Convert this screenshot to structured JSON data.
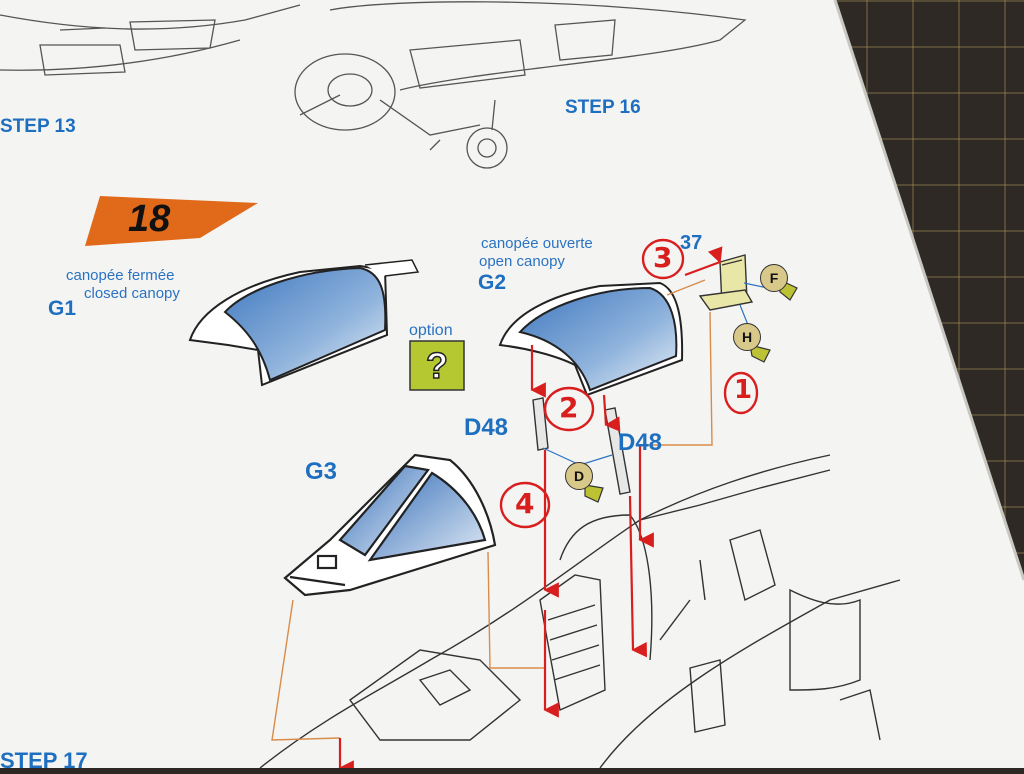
{
  "prev_steps": {
    "step13": "STEP 13",
    "step16": "STEP 16",
    "step17": "STEP 17"
  },
  "step": {
    "number": "18"
  },
  "parts": {
    "g1": {
      "code": "G1",
      "caption_fr": "canopée fermée",
      "caption_en": "closed canopy"
    },
    "g2": {
      "code": "G2",
      "caption_fr": "canopée ouverte",
      "caption_en": "open canopy"
    },
    "g3": {
      "code": "G3"
    },
    "d48_left": "D48",
    "d48_right": "D48",
    "part_37": "37",
    "option_label": "option",
    "option_mark": "?"
  },
  "glue_badges": {
    "f": "F",
    "h": "H",
    "d": "D"
  },
  "annotations": {
    "a1": "1",
    "a2": "2",
    "a3": "3",
    "a4": "4"
  },
  "colors": {
    "paper": "#f4f4f3",
    "text_blue": "#1f6fc0",
    "canopy_blue": "#4f86c6",
    "step_flag": "#e06a1a",
    "option_green": "#b5c832",
    "annotation_red": "#d91e1e",
    "leader_orange": "#d98b4a",
    "cutting_mat": "#2e2924"
  }
}
